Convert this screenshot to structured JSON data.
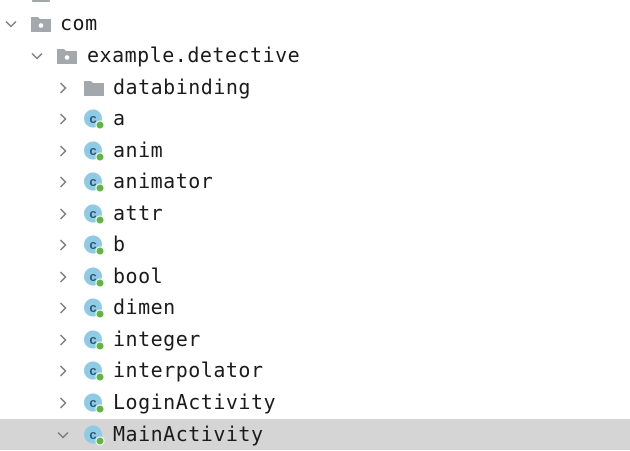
{
  "tree": {
    "root": {
      "label": "com"
    },
    "package": {
      "label": "example.detective"
    },
    "folder": {
      "label": "databinding"
    },
    "classes": [
      {
        "label": "a"
      },
      {
        "label": "anim"
      },
      {
        "label": "animator"
      },
      {
        "label": "attr"
      },
      {
        "label": "b"
      },
      {
        "label": "bool"
      },
      {
        "label": "dimen"
      },
      {
        "label": "integer"
      },
      {
        "label": "interpolator"
      },
      {
        "label": "LoginActivity"
      },
      {
        "label": "MainActivity"
      }
    ],
    "selected": "MainActivity"
  },
  "icons": {
    "chevron_right": "chevron-right-icon",
    "chevron_down": "chevron-down-icon",
    "package": "package-folder-icon",
    "folder": "folder-icon",
    "class": "class-icon"
  },
  "colors": {
    "selection": "#d5d5d5",
    "folder": "#a3a8ad",
    "class_circle": "#8fcbe6",
    "class_letter": "#2c5a6e",
    "class_badge": "#62b543",
    "chevron": "#7b7b7b",
    "text": "#1b1b1b"
  }
}
